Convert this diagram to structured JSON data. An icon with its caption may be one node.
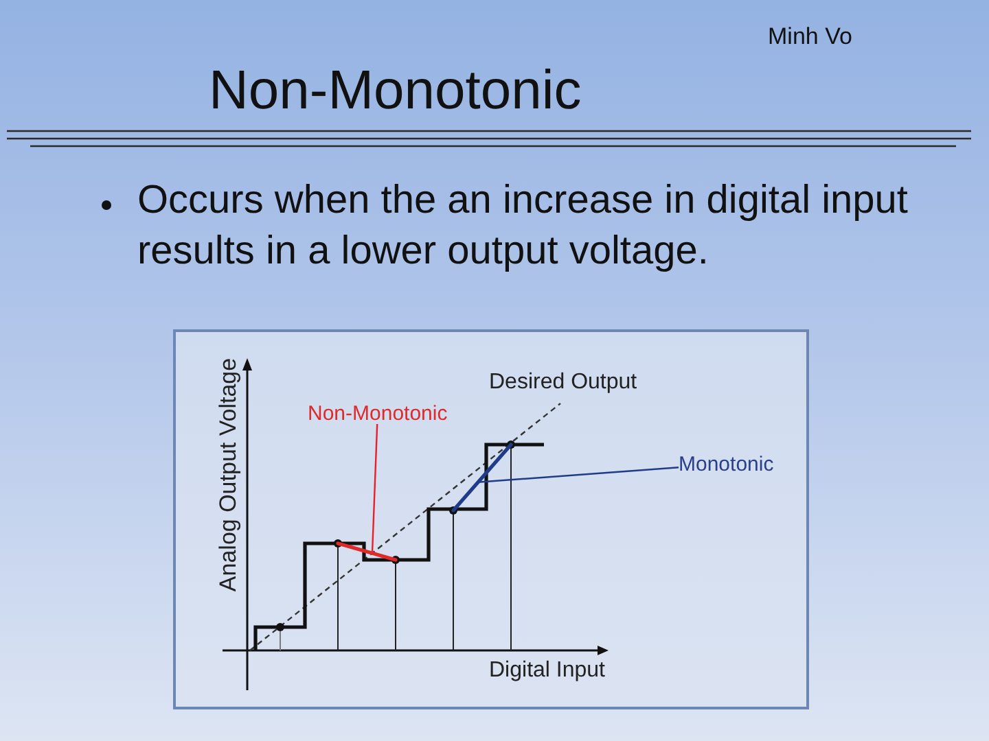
{
  "diagram": {
    "title": "Non-Monotonic",
    "nodes": [
      {
        "text": [
          "Non-Monotonic"
        ]
      },
      {
        "text": [],
        "shape": "line"
      },
      {
        "text": [
          "Monotonic"
        ]
      },
      {
        "text": [],
        "shape": "line"
      }
    ],
    "edges": [
      {
        "from": 0,
        "to": 1,
        "arrow": "none",
        "color": "#e8202a"
      },
      {
        "from": 2,
        "to": 3,
        "arrow": "none",
        "color": "#1f3c88"
      }
    ],
    "labels": [
      "Minh Vo",
      "Occurs when the an increase in digital input results in a lower output voltage.",
      "Desired Output",
      "Analog Output Voltage",
      "Digital Input"
    ]
  }
}
